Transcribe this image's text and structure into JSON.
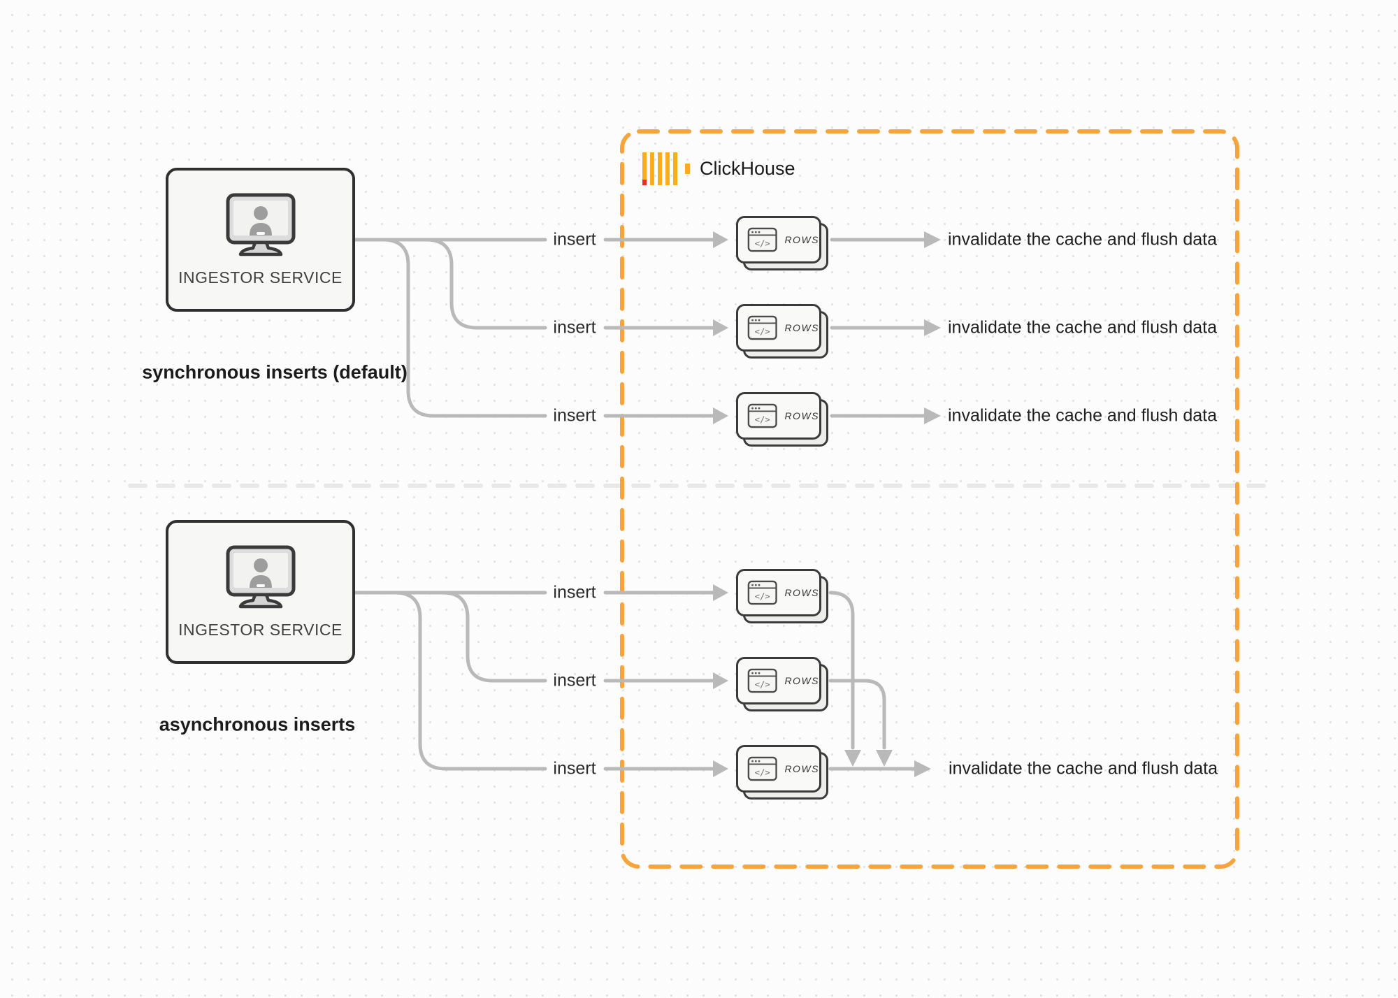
{
  "diagram": {
    "clickhouse": {
      "label": "ClickHouse"
    },
    "icons": {
      "code_glyph": "</>",
      "node_icon": "code-window-icon",
      "actor_icon": "monitor-user-icon"
    },
    "sections": [
      {
        "name": "synchronous",
        "caption": "synchronous inserts (default)",
        "actor": {
          "label": "INGESTOR SERVICE"
        },
        "rows": [
          {
            "insert_label": "insert",
            "node_label": "ROWS",
            "result_label": "invalidate the cache and flush data"
          },
          {
            "insert_label": "insert",
            "node_label": "ROWS",
            "result_label": "invalidate the cache and flush data"
          },
          {
            "insert_label": "insert",
            "node_label": "ROWS",
            "result_label": "invalidate the cache and flush data"
          }
        ]
      },
      {
        "name": "asynchronous",
        "caption": "asynchronous inserts",
        "actor": {
          "label": "INGESTOR SERVICE"
        },
        "rows": [
          {
            "insert_label": "insert",
            "node_label": "ROWS"
          },
          {
            "insert_label": "insert",
            "node_label": "ROWS"
          },
          {
            "insert_label": "insert",
            "node_label": "ROWS",
            "result_label": "invalidate the cache and flush data"
          }
        ]
      }
    ],
    "colors": {
      "accent_orange": "#F8A43C",
      "logo_yellow": "#FAAD1C",
      "logo_red": "#EE2B2B",
      "connector_gray": "#B9B9B9",
      "divider_gray": "#E8E8E8",
      "node_border": "#3A3A3A",
      "text_dark": "#1F1F1F"
    }
  }
}
